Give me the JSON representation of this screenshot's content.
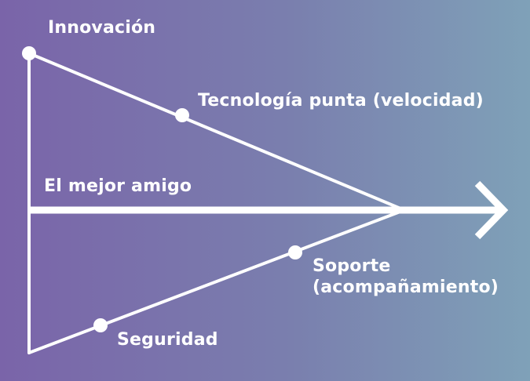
{
  "diagram": {
    "labels": {
      "innovacion": "Innovación",
      "tecnologia": "Tecnología punta (velocidad)",
      "mejor_amigo": "El mejor amigo",
      "soporte_line1": "Soporte",
      "soporte_line2": "(acompañamiento)",
      "seguridad": "Seguridad"
    },
    "colors": {
      "background_left": "#7a64a9",
      "background_right": "#7fa1b8",
      "lines": "#ffffff",
      "text": "#ffffff"
    }
  }
}
